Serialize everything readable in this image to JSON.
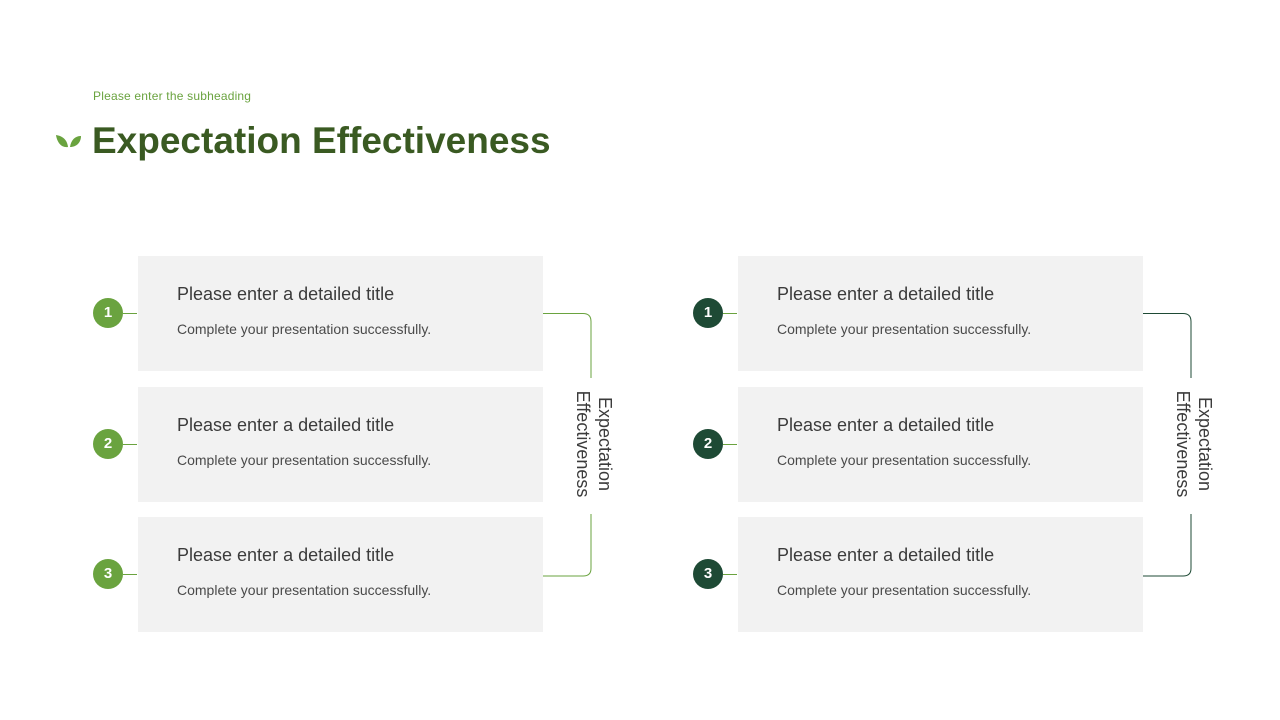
{
  "header": {
    "subheading": "Please enter the subheading",
    "title": "Expectation Effectiveness"
  },
  "colors": {
    "accent_light": "#6aa33f",
    "accent_dark": "#1e4a35",
    "title": "#3a5a22",
    "card_bg": "#f2f2f2"
  },
  "groups": [
    {
      "label": "Expectation Effectiveness",
      "items": [
        {
          "number": "1",
          "title": "Please enter a detailed title",
          "text": "Complete your presentation successfully."
        },
        {
          "number": "2",
          "title": "Please enter a detailed title",
          "text": "Complete your presentation successfully."
        },
        {
          "number": "3",
          "title": "Please enter a detailed title",
          "text": "Complete your presentation successfully."
        }
      ]
    },
    {
      "label": "Expectation Effectiveness",
      "items": [
        {
          "number": "1",
          "title": "Please enter a detailed title",
          "text": "Complete your presentation successfully."
        },
        {
          "number": "2",
          "title": "Please enter a detailed title",
          "text": "Complete your presentation successfully."
        },
        {
          "number": "3",
          "title": "Please enter a detailed title",
          "text": "Complete your presentation successfully."
        }
      ]
    }
  ]
}
